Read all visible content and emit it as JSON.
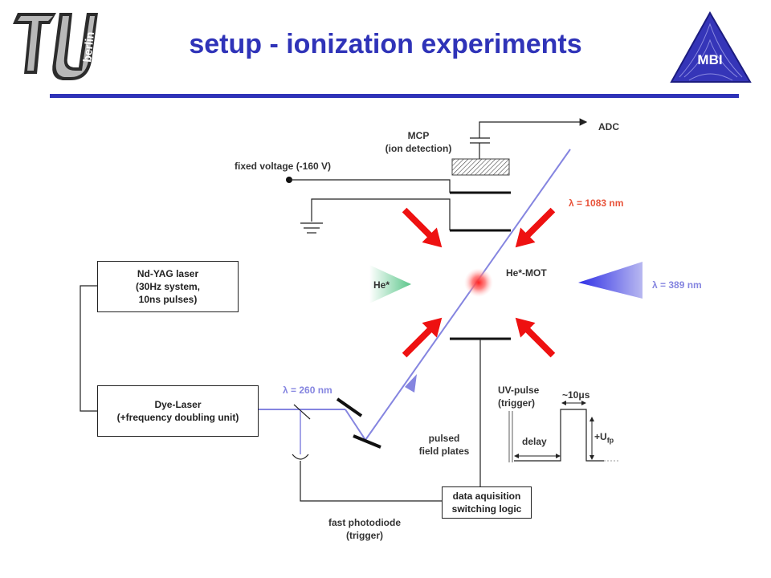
{
  "header": {
    "title": "setup - ionization experiments",
    "logo_left_text": "TU berlin",
    "logo_right_text": "MBI"
  },
  "labels": {
    "adc": "ADC",
    "mcp": "MCP\n(ion detection)",
    "fixed_voltage": "fixed voltage (-160 V)",
    "lambda_1083": "λ = 1083 nm",
    "he_mot": "He*-MOT",
    "he_beam": "He*",
    "lambda_389": "λ = 389 nm",
    "lambda_260": "λ = 260 nm",
    "uv_pulse": "UV-pulse\n(trigger)",
    "pulse_width": "~10μs",
    "delay": "delay",
    "u_fp": "+U",
    "u_fp_sub": "fp",
    "pulsed_field_plates": "pulsed\nfield plates",
    "fast_photodiode": "fast photodiode\n(trigger)"
  },
  "boxes": {
    "nd_yag": "Nd-YAG laser\n(30Hz system,\n10ns pulses)",
    "dye_laser": "Dye-Laser\n(+frequency doubling unit)",
    "daq": "data aquisition\nswitching logic"
  },
  "colors": {
    "title": "#2f33b8",
    "rule": "#2f33b8",
    "laser_1083": "#e8533a",
    "arrow_red": "#ee1111",
    "uv_beam": "#8585e0",
    "beam_389": "#4a4ae8",
    "he_beam": "#62c98a"
  }
}
